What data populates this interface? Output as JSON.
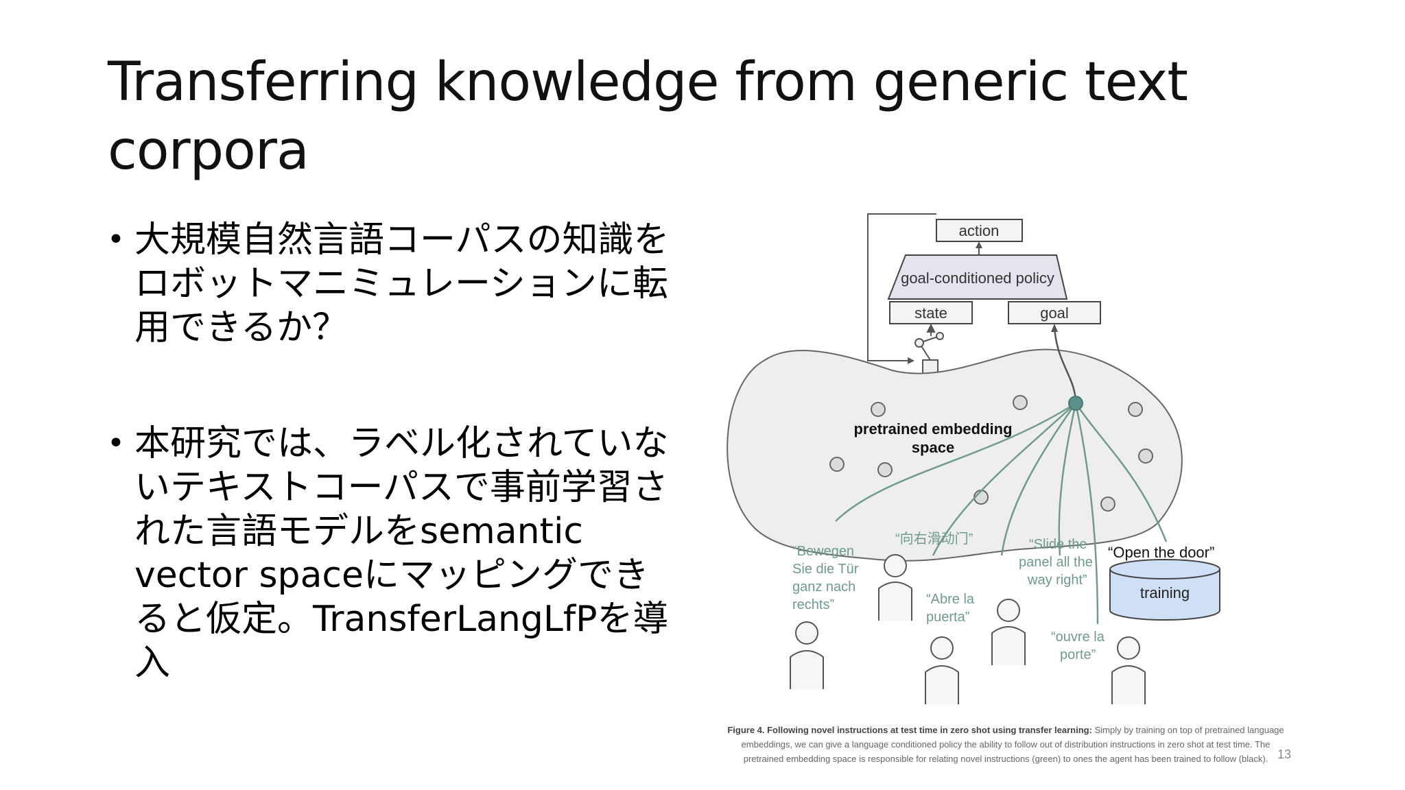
{
  "slide": {
    "title": "Transferring knowledge from generic text corpora",
    "bullets": [
      "大規模自然言語コーパスの知識をロボットマニミュレーションに転用できるか？",
      "本研究では、ラベル化されていないテキストコーパスで事前学習された言語モデルをsemantic vector spaceにマッピングできると仮定。TransferLangLfPを導入"
    ],
    "page_number": "13"
  },
  "figure": {
    "action_label": "action",
    "policy_label": "goal-conditioned policy",
    "state_label": "state",
    "goal_label": "goal",
    "embedding_label_line1": "pretrained embedding",
    "embedding_label_line2": "space",
    "instructions": {
      "german": [
        "“Bewegen",
        "Sie die Tür",
        "ganz nach",
        "rechts”"
      ],
      "chinese": "“向右滑动门”",
      "english": [
        "“Slide the",
        "panel all the",
        "way right”"
      ],
      "open_door": "“Open the door”",
      "spanish": [
        "“Abre la",
        "puerta”"
      ],
      "french": [
        "“ouvre la",
        "porte”"
      ]
    },
    "training_label": "training",
    "colors": {
      "green": "#6f9a8d",
      "goal_dot": "#5b8f8a",
      "box": "#e6e3ee",
      "db": "#cfe0f6"
    },
    "caption_bold": "Figure 4. Following novel instructions at test time in zero shot using transfer learning:",
    "caption_text": "Simply by training on top of pretrained language embeddings, we can give a language conditioned policy the ability to follow out of distribution instructions in zero shot at test time. The pretrained embedding space is responsible for relating novel instructions (green) to ones the agent has been trained to follow (black)."
  }
}
